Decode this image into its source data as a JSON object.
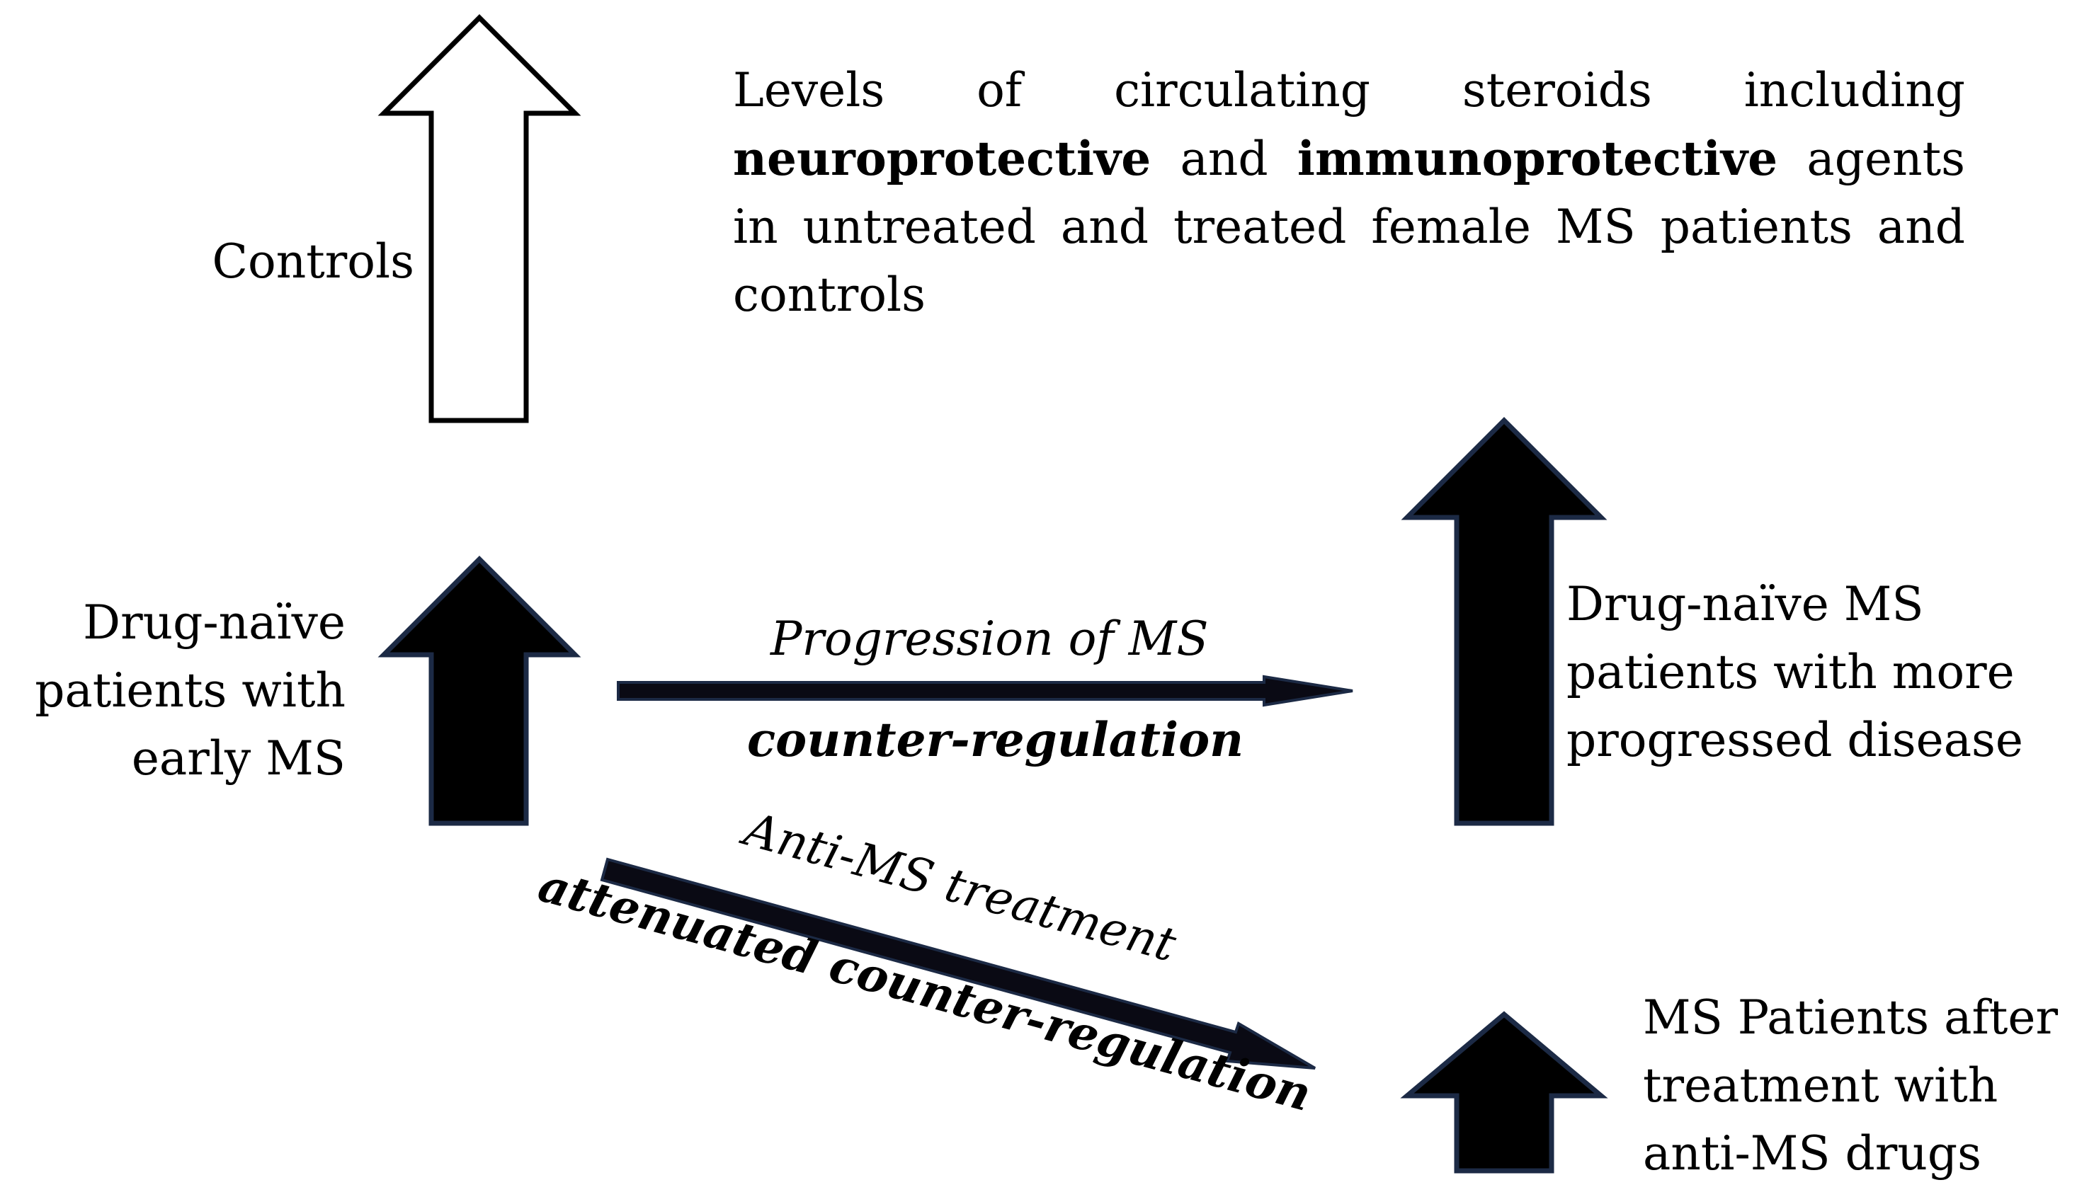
{
  "header": {
    "line1": "Levels of circulating steroids including",
    "bold_neuro": "neuroprotective",
    "and_word": " and ",
    "bold_immuno": "immunoprotective",
    "agents_word": " agents",
    "line3": "in untreated and treated female MS patients and",
    "line4": "controls"
  },
  "groups": {
    "controls": "Controls",
    "early_ms": [
      "Drug-naïve",
      "patients with",
      "early MS"
    ],
    "progressed": [
      "Drug-naïve MS",
      "patients with more",
      "progressed disease"
    ],
    "treated": [
      "MS Patients after",
      "treatment with",
      "anti-MS drugs"
    ]
  },
  "transitions": {
    "progression_label": "Progression of MS",
    "progression_effect": "counter-regulation",
    "treatment_label": "Anti-MS treatment",
    "treatment_effect": "attenuated counter-regulation"
  },
  "colors": {
    "arrow_fill": "#000000",
    "arrow_stroke": "#1c2a45",
    "open_arrow_fill": "#ffffff"
  }
}
